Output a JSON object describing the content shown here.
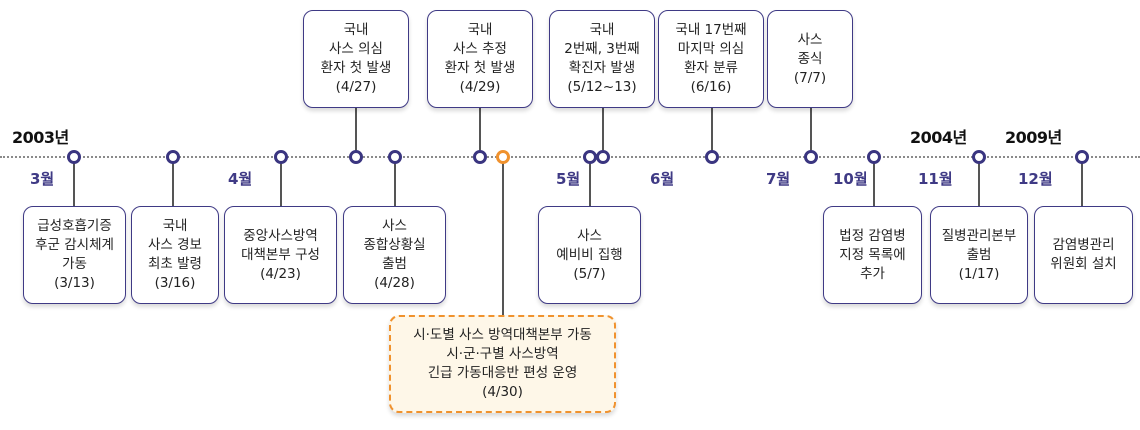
{
  "years": [
    "2003년",
    "2004년",
    "2009년"
  ],
  "months": [
    "3월",
    "4월",
    "5월",
    "6월",
    "7월",
    "10월",
    "11월",
    "12월"
  ],
  "events_top": [
    {
      "text": "국내\n사스 의심\n환자 첫 발생\n(4/27)"
    },
    {
      "text": "국내\n사스 추정\n환자 첫 발생\n(4/29)"
    },
    {
      "text": "국내\n2번째, 3번째\n확진자 발생\n(5/12~13)"
    },
    {
      "text": "국내 17번째\n마지막 의심\n환자 분류\n(6/16)"
    },
    {
      "text": "사스\n종식\n(7/7)"
    }
  ],
  "events_bottom": [
    {
      "text": "급성호흡기증\n후군 감시체계\n가동\n(3/13)"
    },
    {
      "text": "국내\n사스 경보\n최초 발령\n(3/16)"
    },
    {
      "text": "중앙사스방역\n대책본부 구성\n(4/23)"
    },
    {
      "text": "사스\n종합상황실\n출범\n(4/28)"
    },
    {
      "text": "사스\n예비비 집행\n(5/7)"
    },
    {
      "text": "법정 감염병\n지정 목록에\n추가"
    },
    {
      "text": "질병관리본부\n출범\n(1/17)"
    },
    {
      "text": "감염병관리\n위원회 설치"
    }
  ],
  "highlight_event": {
    "text": "시·도별 사스 방역대책본부 가동\n시·군·구별 사스방역\n긴급 가동대응반 편성 운영\n(4/30)"
  },
  "colors": {
    "primary": "#3f3a85",
    "highlight": "#f0922e",
    "highlight_bg": "#fef7e8"
  }
}
